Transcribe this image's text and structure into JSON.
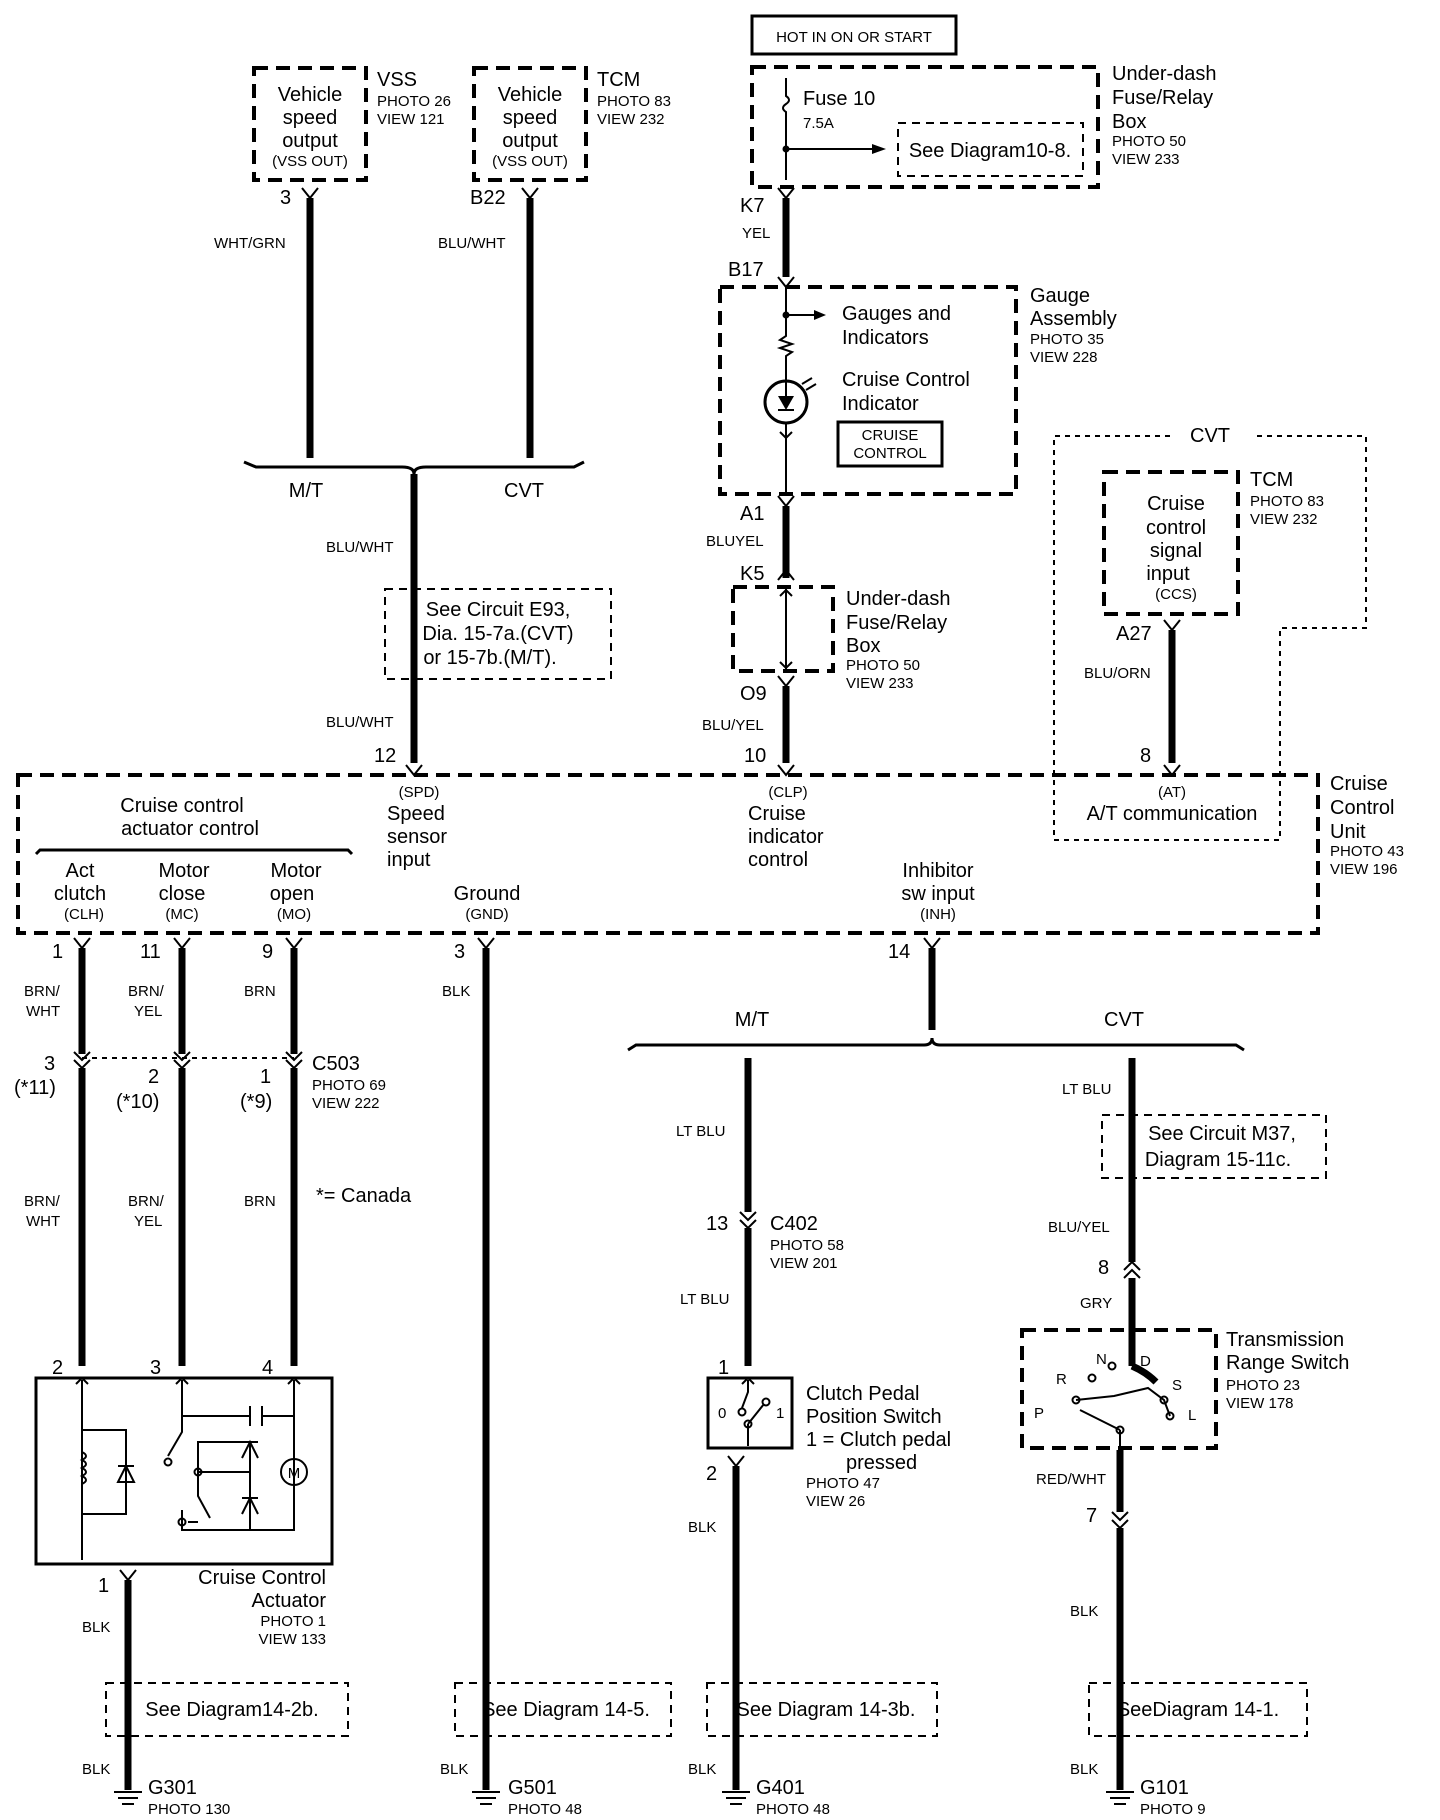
{
  "power": {
    "hot_label": "HOT IN ON OR START",
    "fuse_name": "Fuse 10",
    "fuse_rating": "7.5A",
    "see_diagram": "See Diagram10-8.",
    "box_title": [
      "Under-dash",
      "Fuse/Relay",
      "Box"
    ],
    "box_photo": "PHOTO 50",
    "box_view": "VIEW 233",
    "pin_k7": "K7",
    "wire_yel": "YEL"
  },
  "gauge": {
    "pin_b17": "B17",
    "gauges_text": [
      "Gauges and",
      "Indicators"
    ],
    "indicator_text": [
      "Cruise Control",
      "Indicator"
    ],
    "badge": [
      "CRUISE",
      "CONTROL"
    ],
    "title": [
      "Gauge",
      "Assembly"
    ],
    "photo": "PHOTO 35",
    "view": "VIEW 228",
    "pin_a1": "A1",
    "wire_bluyel": "BLUYEL"
  },
  "fuse_box2": {
    "pin_k5": "K5",
    "title": [
      "Under-dash",
      "Fuse/Relay",
      "Box"
    ],
    "photo": "PHOTO 50",
    "view": "VIEW 233",
    "pin_o9": "O9",
    "wire": "BLU/YEL",
    "pin_10": "10"
  },
  "vss": {
    "box_text": [
      "Vehicle",
      "speed",
      "output"
    ],
    "box_sub": "(VSS OUT)",
    "name": "VSS",
    "photo": "PHOTO 26",
    "view": "VIEW 121",
    "pin": "3",
    "wire": "WHT/GRN"
  },
  "tcm_vss": {
    "box_text": [
      "Vehicle",
      "speed",
      "output"
    ],
    "box_sub": "(VSS OUT)",
    "name": "TCM",
    "photo": "PHOTO 83",
    "view": "VIEW 232",
    "pin": "B22",
    "wire": "BLU/WHT"
  },
  "spd_branch": {
    "mt": "M/T",
    "cvt": "CVT",
    "wire1": "BLU/WHT",
    "circuit": [
      "See Circuit E93,",
      "Dia. 15-7a.(CVT)",
      "or 15-7b.(M/T)."
    ],
    "wire2": "BLU/WHT",
    "pin": "12"
  },
  "tcm_cvt": {
    "region": "CVT",
    "name": "TCM",
    "photo": "PHOTO 83",
    "view": "VIEW 232",
    "box_text": [
      "Cruise",
      "control",
      "signal",
      "input"
    ],
    "box_sub": "(CCS)",
    "pin_a27": "A27",
    "wire": "BLU/ORN",
    "pin_8": "8"
  },
  "ccu": {
    "title": [
      "Cruise",
      "Control",
      "Unit"
    ],
    "photo": "PHOTO 43",
    "view": "VIEW 196",
    "actuator_group": [
      "Cruise control",
      "actuator control"
    ],
    "spd_code": "(SPD)",
    "spd_text": [
      "Speed",
      "sensor",
      "input"
    ],
    "clp_code": "(CLP)",
    "clp_text": [
      "Cruise",
      "indicator",
      "control"
    ],
    "at_code": "(AT)",
    "at_text": "A/T communication",
    "clh_text": [
      "Act",
      "clutch"
    ],
    "clh_code": "(CLH)",
    "mc_text": [
      "Motor",
      "close"
    ],
    "mc_code": "(MC)",
    "mo_text": [
      "Motor",
      "open"
    ],
    "mo_code": "(MO)",
    "gnd_text": "Ground",
    "gnd_code": "(GND)",
    "inh_text": [
      "Inhibitor",
      "sw input"
    ],
    "inh_code": "(INH)"
  },
  "actuator_wires": {
    "pin_clh": "1",
    "pin_mc": "11",
    "pin_mo": "9",
    "w1a": [
      "BRN/",
      "WHT"
    ],
    "w2a": [
      "BRN/",
      "YEL"
    ],
    "w3a": "BRN",
    "c_pin1": "3",
    "c_pin1b": "(*11)",
    "c_pin2": "2",
    "c_pin2b": "(*10)",
    "c_pin3": "1",
    "c_pin3b": "(*9)",
    "connector": "C503",
    "c_photo": "PHOTO 69",
    "c_view": "VIEW 222",
    "canada_note": "*=   Canada",
    "w1b": [
      "BRN/",
      "WHT"
    ],
    "w2b": [
      "BRN/",
      "YEL"
    ],
    "w3b": "BRN",
    "act_pin2": "2",
    "act_pin3": "3",
    "act_pin4": "4",
    "motor_symbol": "M"
  },
  "actuator": {
    "title": [
      "Cruise Control",
      "Actuator"
    ],
    "photo": "PHOTO 1",
    "view": "VIEW 133",
    "pin_gnd": "1",
    "wire": "BLK",
    "see": "See Diagram14-2b.",
    "wire2": "BLK",
    "ground": "G301",
    "gphoto": "PHOTO 130"
  },
  "gnd": {
    "pin": "3",
    "wire": "BLK",
    "see": "See Diagram 14-5.",
    "wire2": "BLK",
    "ground": "G501",
    "gphoto": "PHOTO 48"
  },
  "inh": {
    "pin": "14",
    "mt": "M/T",
    "cvt": "CVT"
  },
  "clutch": {
    "wire1": "LT BLU",
    "pin13": "13",
    "connector": "C402",
    "c_photo": "PHOTO 58",
    "c_view": "VIEW 201",
    "wire2": "LT BLU",
    "pin1": "1",
    "title": [
      "Clutch Pedal",
      "Position Switch",
      "1 = Clutch pedal",
      "pressed"
    ],
    "photo": "PHOTO 47",
    "view": "VIEW 26",
    "pos0": "0",
    "pos1": "1",
    "pin2": "2",
    "wire3": "BLK",
    "see": "See Diagram 14-3b.",
    "wire4": "BLK",
    "ground": "G401",
    "gphoto": "PHOTO 48"
  },
  "trs": {
    "wire1": "LT BLU",
    "circuit": [
      "See Circuit M37,",
      "Diagram 15-11c."
    ],
    "wire2": "BLU/YEL",
    "pin8": "8",
    "wire3": "GRY",
    "title": [
      "Transmission",
      "Range Switch"
    ],
    "photo": "PHOTO 23",
    "view": "VIEW 178",
    "positions": [
      "P",
      "R",
      "N",
      "D",
      "S",
      "L"
    ],
    "wire4": "RED/WHT",
    "pin7": "7",
    "wire5": "BLK",
    "see": "SeeDiagram 14-1.",
    "wire6": "BLK",
    "ground": "G101",
    "gphoto": "PHOTO 9"
  }
}
